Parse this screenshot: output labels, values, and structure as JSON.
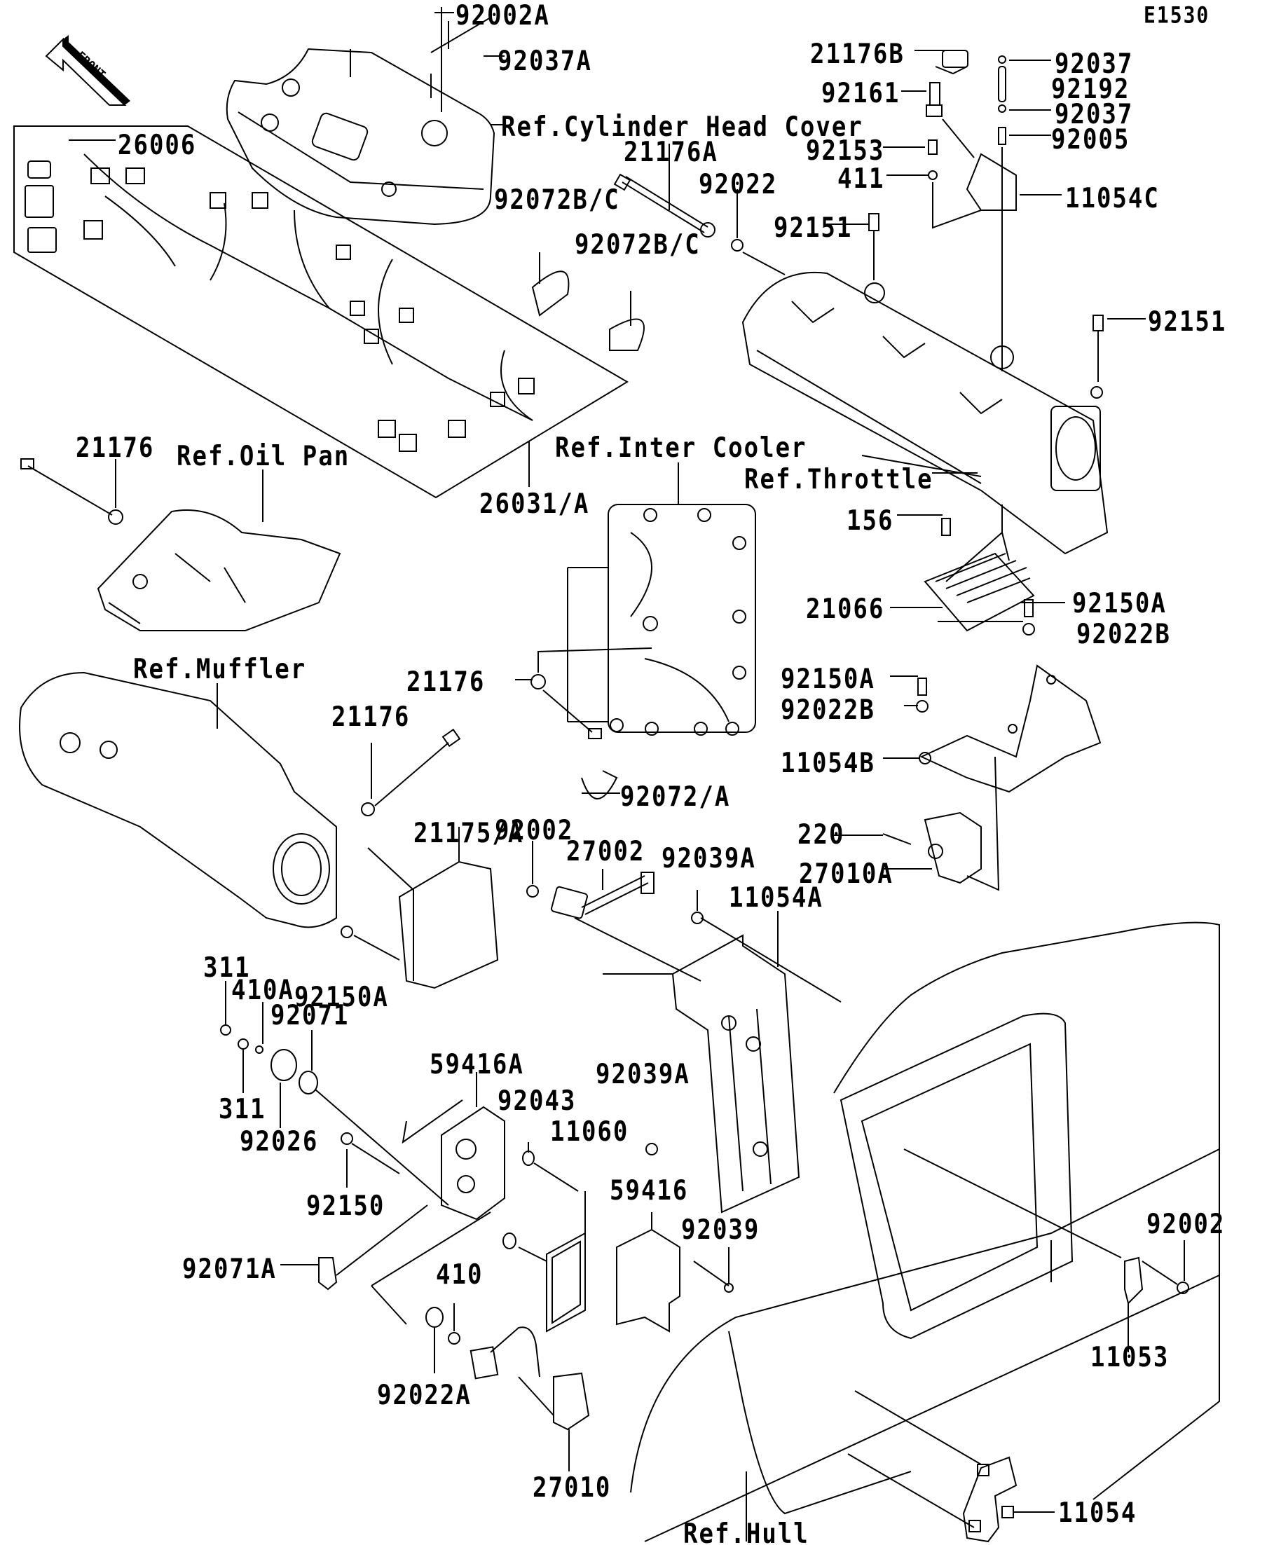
{
  "diagram": {
    "code": "E1530",
    "front_arrow": "FRONT",
    "colors": {
      "line": "#000000",
      "background": "#ffffff"
    },
    "labels": [
      {
        "id": "92002A",
        "text": "92002A"
      },
      {
        "id": "92037A",
        "text": "92037A"
      },
      {
        "id": "ref-cylinder-head-cover",
        "text": "Ref.Cylinder Head Cover"
      },
      {
        "id": "26006",
        "text": "26006"
      },
      {
        "id": "21176A",
        "text": "21176A"
      },
      {
        "id": "92022",
        "text": "92022"
      },
      {
        "id": "92072BC-1",
        "text": "92072B/C"
      },
      {
        "id": "92072BC-2",
        "text": "92072B/C"
      },
      {
        "id": "21176B",
        "text": "21176B"
      },
      {
        "id": "92037-1",
        "text": "92037"
      },
      {
        "id": "92192",
        "text": "92192"
      },
      {
        "id": "92161",
        "text": "92161"
      },
      {
        "id": "92037-2",
        "text": "92037"
      },
      {
        "id": "92005",
        "text": "92005"
      },
      {
        "id": "92153",
        "text": "92153"
      },
      {
        "id": "411",
        "text": "411"
      },
      {
        "id": "11054C",
        "text": "11054C"
      },
      {
        "id": "92151-1",
        "text": "92151"
      },
      {
        "id": "92151-2",
        "text": "92151"
      },
      {
        "id": "21176-1",
        "text": "21176"
      },
      {
        "id": "ref-oil-pan",
        "text": "Ref.Oil Pan"
      },
      {
        "id": "26031A",
        "text": "26031/A"
      },
      {
        "id": "ref-inter-cooler",
        "text": "Ref.Inter Cooler"
      },
      {
        "id": "ref-throttle",
        "text": "Ref.Throttle"
      },
      {
        "id": "156",
        "text": "156"
      },
      {
        "id": "21066",
        "text": "21066"
      },
      {
        "id": "92150A-1",
        "text": "92150A"
      },
      {
        "id": "92022B-1",
        "text": "92022B"
      },
      {
        "id": "ref-muffler",
        "text": "Ref.Muffler"
      },
      {
        "id": "21176-2",
        "text": "21176"
      },
      {
        "id": "21176-3",
        "text": "21176"
      },
      {
        "id": "92150A-2",
        "text": "92150A"
      },
      {
        "id": "92022B-2",
        "text": "92022B"
      },
      {
        "id": "11054B",
        "text": "11054B"
      },
      {
        "id": "92072A",
        "text": "92072/A"
      },
      {
        "id": "21175A",
        "text": "21175/A"
      },
      {
        "id": "92002-1",
        "text": "92002"
      },
      {
        "id": "27002",
        "text": "27002"
      },
      {
        "id": "92039A-1",
        "text": "92039A"
      },
      {
        "id": "220",
        "text": "220"
      },
      {
        "id": "27010A",
        "text": "27010A"
      },
      {
        "id": "11054A",
        "text": "11054A"
      },
      {
        "id": "311-1",
        "text": "311"
      },
      {
        "id": "410A",
        "text": "410A"
      },
      {
        "id": "92150A-3",
        "text": "92150A"
      },
      {
        "id": "92071",
        "text": "92071"
      },
      {
        "id": "311-2",
        "text": "311"
      },
      {
        "id": "92026",
        "text": "92026"
      },
      {
        "id": "59416A",
        "text": "59416A"
      },
      {
        "id": "92039A-2",
        "text": "92039A"
      },
      {
        "id": "92043",
        "text": "92043"
      },
      {
        "id": "11060",
        "text": "11060"
      },
      {
        "id": "92150",
        "text": "92150"
      },
      {
        "id": "59416",
        "text": "59416"
      },
      {
        "id": "92039",
        "text": "92039"
      },
      {
        "id": "92002-2",
        "text": "92002"
      },
      {
        "id": "92071A",
        "text": "92071A"
      },
      {
        "id": "410",
        "text": "410"
      },
      {
        "id": "11053",
        "text": "11053"
      },
      {
        "id": "92022A",
        "text": "92022A"
      },
      {
        "id": "27010",
        "text": "27010"
      },
      {
        "id": "11054",
        "text": "11054"
      },
      {
        "id": "ref-hull",
        "text": "Ref.Hull"
      }
    ]
  }
}
